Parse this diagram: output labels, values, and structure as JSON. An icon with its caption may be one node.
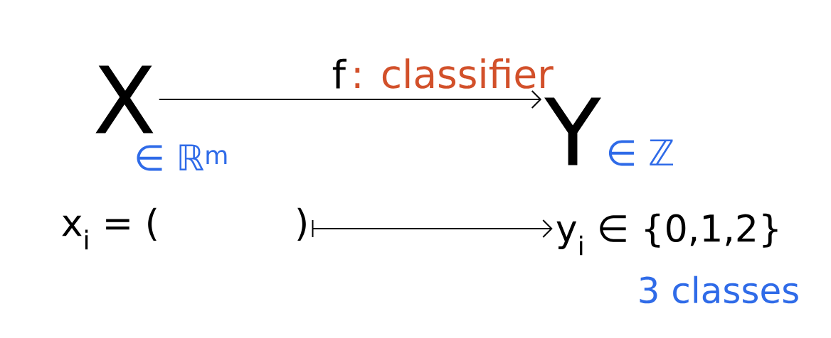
{
  "diagram": {
    "nodes": [
      {
        "text": [
          "X"
        ],
        "beside": [
          "∈ ℝ$^{m}$"
        ]
      },
      {
        "text": [
          "Y"
        ],
        "beside": [
          "∈ ℤ"
        ]
      },
      {
        "text": [
          "x$_{i}$ = (",
          ")"
        ]
      },
      {
        "text": [
          "y$_{i}$ ∈ {0,1,2}"
        ],
        "beside": [
          "3 classes"
        ]
      }
    ],
    "edges": [
      {
        "from": 0,
        "to": 1,
        "arrow": "to",
        "label": "f"
      },
      {
        "from": 2,
        "to": 3,
        "arrow": "to"
      }
    ],
    "labels": [
      ": classifier"
    ]
  }
}
